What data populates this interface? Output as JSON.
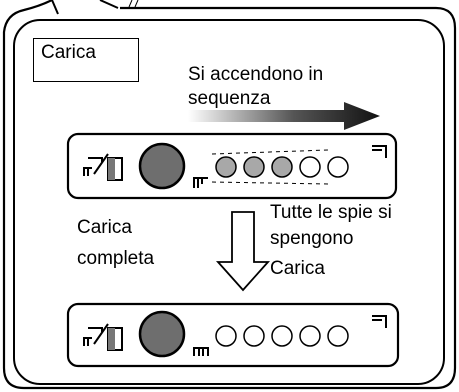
{
  "diagram": {
    "section_label": "Carica",
    "sequence_caption_line1": "Si accendono in",
    "sequence_caption_line2": "sequenza",
    "left_caption_line1": "Carica",
    "left_caption_line2": "completa",
    "right_caption_line1": "Tutte le spie si",
    "right_caption_line2": "spengono",
    "right_caption_line3": "Carica"
  },
  "panel_top": {
    "indicator_states": [
      "lit",
      "lit",
      "lit",
      "off",
      "off"
    ]
  },
  "panel_bottom": {
    "indicator_states": [
      "off",
      "off",
      "off",
      "off",
      "off"
    ]
  },
  "colors": {
    "lit_indicator": "#a8a8a8",
    "main_button": "#6e6e6e",
    "outline": "#000000"
  }
}
